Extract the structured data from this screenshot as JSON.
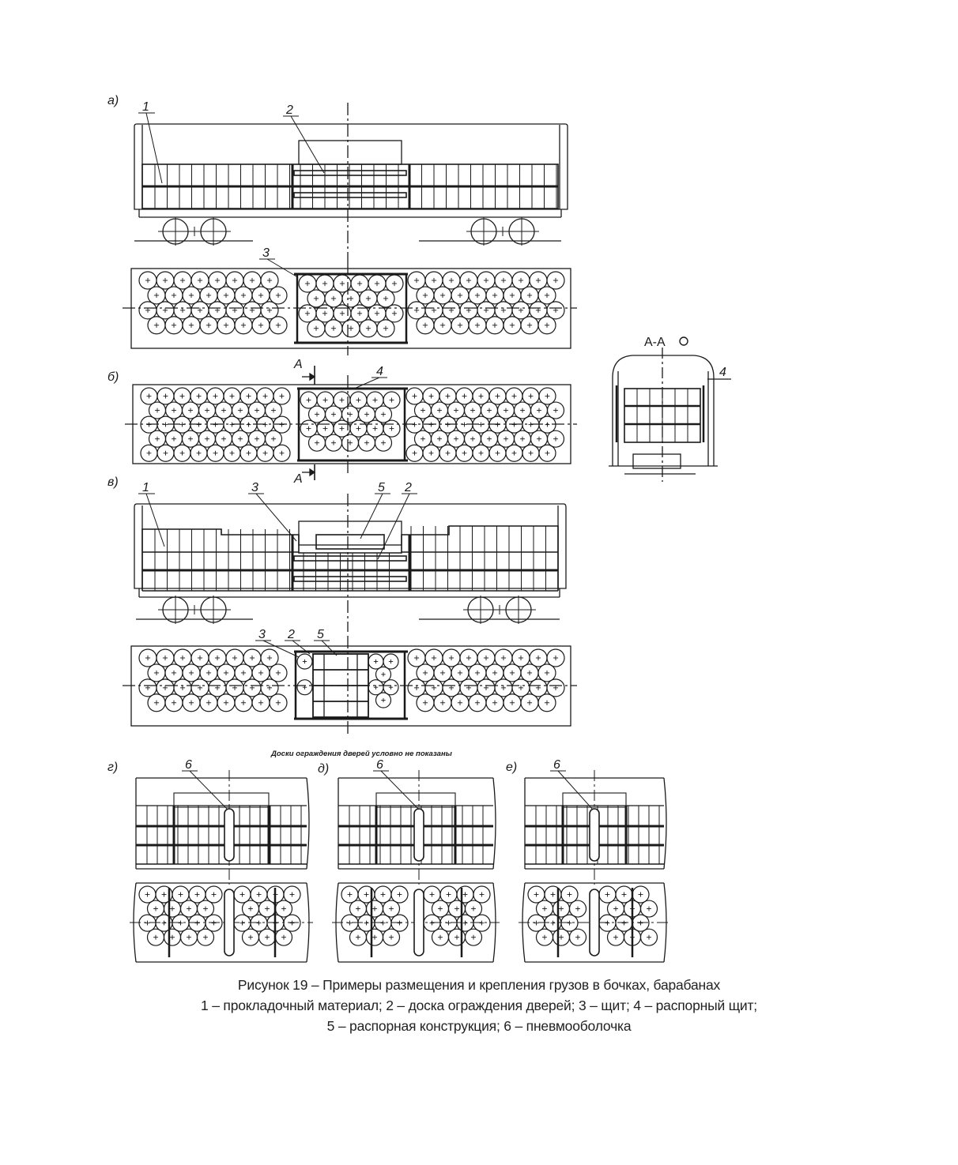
{
  "views": {
    "a": "а)",
    "b": "б)",
    "v": "в)",
    "g": "г)",
    "d": "д)",
    "e": "е)"
  },
  "section": {
    "title": "А-А",
    "mark": "А"
  },
  "callouts": {
    "n1": "1",
    "n2": "2",
    "n3": "3",
    "n4": "4",
    "n5": "5",
    "n6": "6"
  },
  "note": "Доски ограждения дверей условно не показаны",
  "caption": {
    "line1": "Рисунок 19 – Примеры размещения и крепления грузов в бочках, барабанах",
    "line2": "1 – прокладочный материал; 2 – доска ограждения дверей; 3 – щит; 4 – распорный щит;",
    "line3": "5 – распорная конструкция; 6 – пневмооболочка"
  },
  "colors": {
    "ink": "#1a1a1a",
    "paper": "#ffffff"
  }
}
